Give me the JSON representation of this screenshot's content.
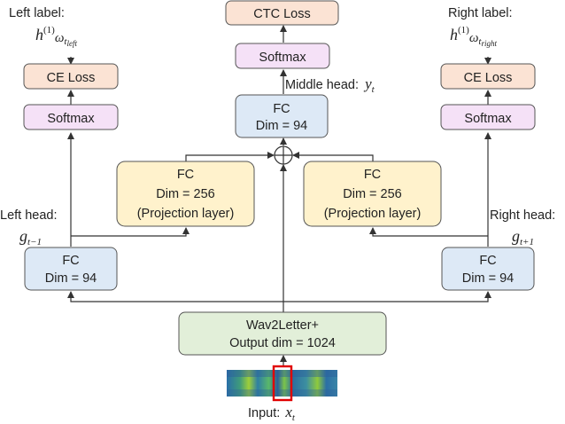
{
  "colors": {
    "loss": "#fbe3d4",
    "softmax": "#f5e1f7",
    "fc": "#dde9f6",
    "projection": "#fff2cc",
    "encoder": "#e2efd9",
    "highlight": "#e00000"
  },
  "top": {
    "ctc_loss": "CTC Loss",
    "softmax": "Softmax",
    "middle_head": "Middle head:",
    "middle_var": "y",
    "middle_sub": "t",
    "fc_title": "FC",
    "fc_dim": "Dim = 94"
  },
  "left": {
    "label_title": "Left label:",
    "label_h": "h",
    "label_sup": "(1)",
    "label_omega": "ω",
    "label_sub": "t",
    "label_subsub": "left",
    "ce_loss": "CE Loss",
    "softmax": "Softmax",
    "head": "Left head:",
    "head_var": "g",
    "head_sub": "t−1",
    "fc_title": "FC",
    "fc_dim": "Dim = 94"
  },
  "right": {
    "label_title": "Right label:",
    "label_h": "h",
    "label_sup": "(1)",
    "label_omega": "ω",
    "label_sub": "t",
    "label_subsub": "right",
    "ce_loss": "CE Loss",
    "softmax": "Softmax",
    "head": "Right head:",
    "head_var": "g",
    "head_sub": "t+1",
    "fc_title": "FC",
    "fc_dim": "Dim = 94"
  },
  "projection_left": {
    "title": "FC",
    "dim": "Dim = 256",
    "note": "(Projection layer)"
  },
  "projection_right": {
    "title": "FC",
    "dim": "Dim = 256",
    "note": "(Projection layer)"
  },
  "encoder": {
    "title": "Wav2Letter+",
    "dim": "Output dim = 1024"
  },
  "input": {
    "label": "Input:",
    "var": "x",
    "sub": "t"
  }
}
